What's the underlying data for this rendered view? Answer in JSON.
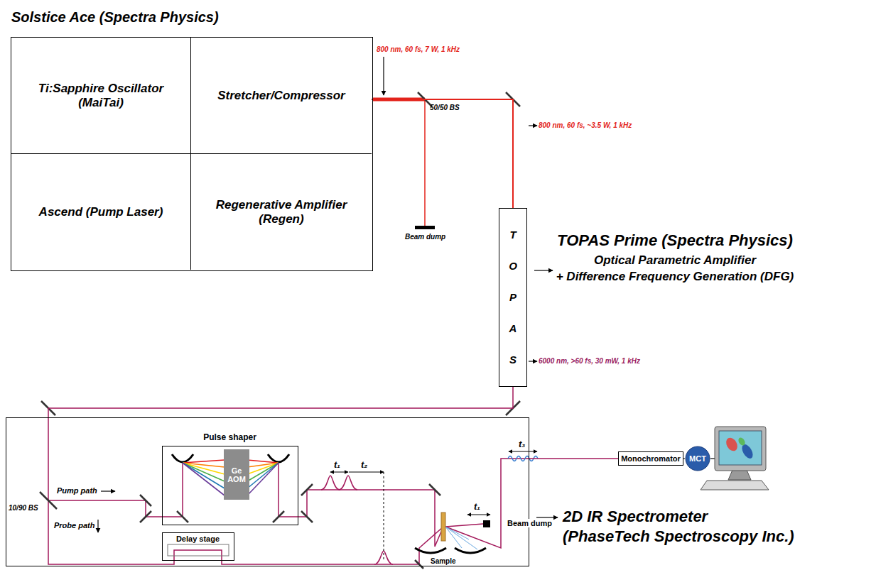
{
  "diagram": {
    "nodes": [
      {
        "text": [
          "Solstice Ace (Spectra Physics)"
        ]
      },
      {
        "text": [
          "Ti:Sapphire Oscillator (MaiTai)"
        ],
        "in": 0
      },
      {
        "text": [
          "Stretcher/Compressor"
        ],
        "in": 0
      },
      {
        "text": [
          "Ascend (Pump Laser)"
        ],
        "in": 0
      },
      {
        "text": [
          "Regenerative Amplifier (Regen)"
        ],
        "in": 0
      },
      {
        "text": [
          "TOPAS"
        ]
      },
      {
        "text": [
          "2D IR Spectrometer",
          "(PhaseTech Spectroscopy Inc.)"
        ]
      },
      {
        "text": [
          "Pulse shaper"
        ],
        "in": 6
      },
      {
        "text": [
          "Ge AOM"
        ],
        "in": 7
      },
      {
        "text": [
          "Delay stage"
        ],
        "in": 6
      },
      {
        "text": [
          "Monochromator"
        ]
      },
      {
        "text": [
          "MCT"
        ]
      }
    ],
    "edges": [
      {
        "from": 2,
        "to": 5,
        "arrow": "none"
      },
      {
        "from": 5,
        "to": 6,
        "arrow": "none"
      },
      {
        "from": 6,
        "to": 10,
        "arrow": "none"
      },
      {
        "from": 10,
        "to": 11,
        "arrow": "none"
      }
    ],
    "labels": [
      "800 nm, 60 fs, 7 W, 1 kHz",
      "50/50 BS",
      "Beam dump",
      "800 nm, 60 fs, ~3.5 W, 1 kHz",
      "TOPAS Prime (Spectra Physics)",
      "Optical Parametric Amplifier",
      "+ Difference Frequency Generation (DFG)",
      "6000 nm, >60 fs, 30 mW, 1 kHz",
      "10/90 BS",
      "Pump path",
      "Probe path",
      "t₁",
      "t₂",
      "t₁",
      "Beam dump",
      "Sample",
      "t₃"
    ]
  }
}
